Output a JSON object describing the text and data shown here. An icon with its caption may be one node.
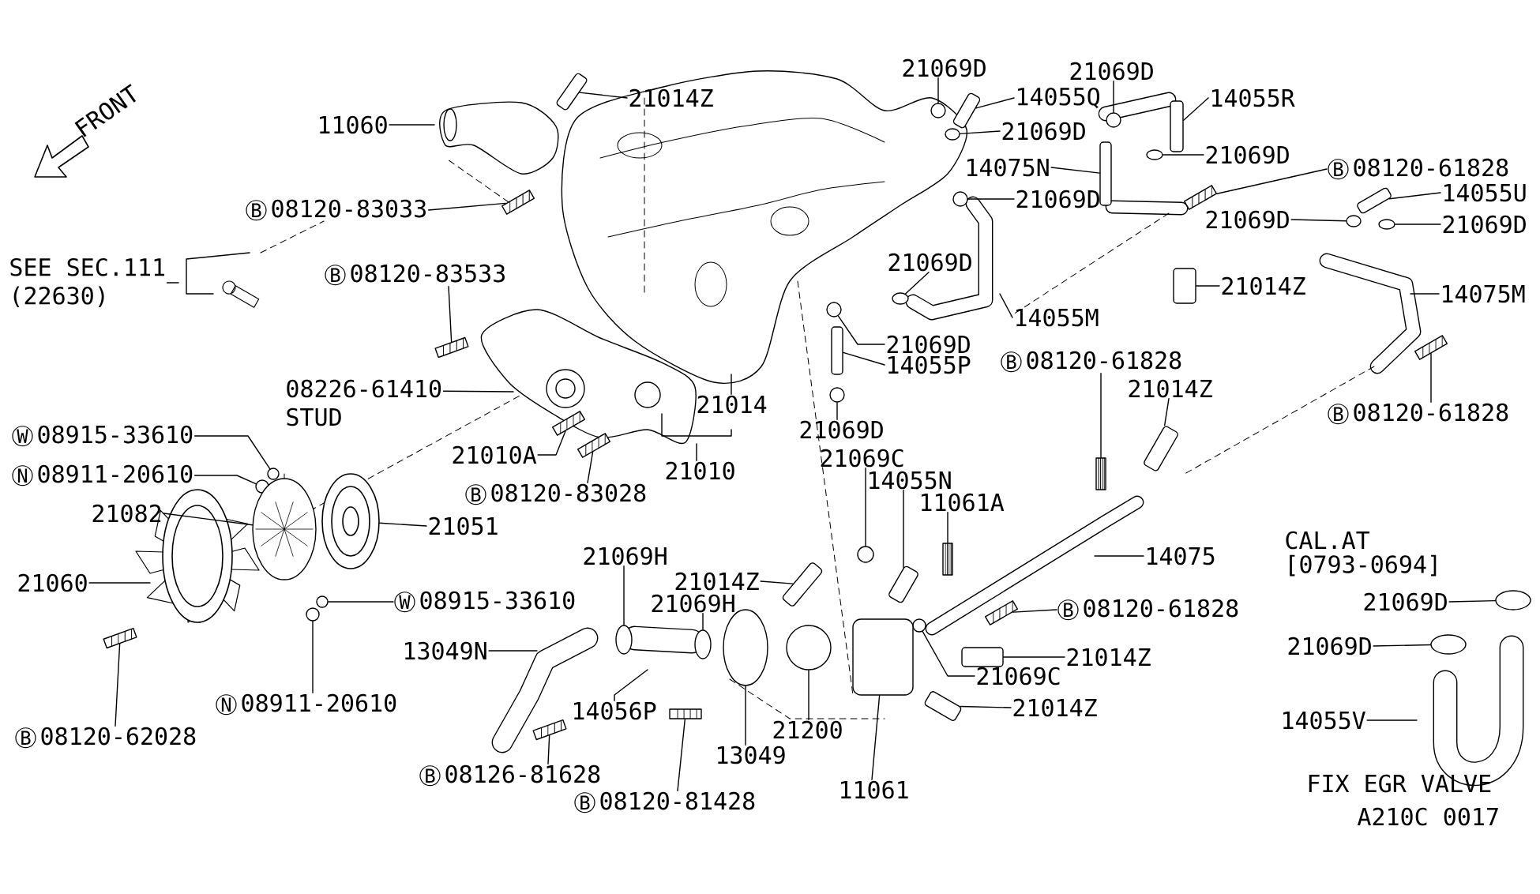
{
  "diagram": {
    "nodes": [
      {
        "text": [
          "11060"
        ]
      },
      {
        "text": [
          "21014Z"
        ]
      },
      {
        "text": [
          "B",
          "08120-83033"
        ]
      },
      {
        "text": [
          "SEE SEC.111",
          "(22630)"
        ]
      },
      {
        "text": [
          "B",
          "08120-83533"
        ]
      },
      {
        "text": [
          "08226-61410",
          "STUD"
        ]
      },
      {
        "text": [
          "W",
          "08915-33610"
        ]
      },
      {
        "text": [
          "N",
          "08911-20610"
        ]
      },
      {
        "text": [
          "21082"
        ]
      },
      {
        "text": [
          "21060"
        ]
      },
      {
        "text": [
          "B",
          "08120-62028"
        ]
      },
      {
        "text": [
          "N",
          "08911-20610"
        ]
      },
      {
        "text": [
          "21051"
        ]
      },
      {
        "text": [
          "W",
          "08915-33610"
        ]
      },
      {
        "text": [
          "21010A"
        ]
      },
      {
        "text": [
          "B",
          "08120-83028"
        ]
      },
      {
        "text": [
          "21014"
        ]
      },
      {
        "text": [
          "21010"
        ]
      },
      {
        "text": [
          "21069D"
        ]
      },
      {
        "text": [
          "14055Q"
        ]
      },
      {
        "text": [
          "21069D"
        ]
      },
      {
        "text": [
          "21069D"
        ]
      },
      {
        "text": [
          "14055R"
        ]
      },
      {
        "text": [
          "14075N"
        ]
      },
      {
        "text": [
          "21069D"
        ]
      },
      {
        "text": [
          "B",
          "08120-61828"
        ]
      },
      {
        "text": [
          "21069D"
        ]
      },
      {
        "text": [
          "14055U"
        ]
      },
      {
        "text": [
          "21069D"
        ]
      },
      {
        "text": [
          "21069D"
        ]
      },
      {
        "text": [
          "21069D"
        ]
      },
      {
        "text": [
          "21014Z"
        ]
      },
      {
        "text": [
          "14075M"
        ]
      },
      {
        "text": [
          "14055M"
        ]
      },
      {
        "text": [
          "21069D"
        ]
      },
      {
        "text": [
          "14055P"
        ]
      },
      {
        "text": [
          "21069D"
        ]
      },
      {
        "text": [
          "B",
          "08120-61828"
        ]
      },
      {
        "text": [
          "21014Z"
        ]
      },
      {
        "text": [
          "B",
          "08120-61828"
        ]
      },
      {
        "text": [
          "21069C"
        ]
      },
      {
        "text": [
          "14055N"
        ]
      },
      {
        "text": [
          "11061A"
        ]
      },
      {
        "text": [
          "14075"
        ]
      },
      {
        "text": [
          "B",
          "08120-61828"
        ]
      },
      {
        "text": [
          "21014Z"
        ]
      },
      {
        "text": [
          "21069C"
        ]
      },
      {
        "text": [
          "21014Z"
        ]
      },
      {
        "text": [
          "11061"
        ]
      },
      {
        "text": [
          "21200"
        ]
      },
      {
        "text": [
          "13049"
        ]
      },
      {
        "text": [
          "21014Z"
        ]
      },
      {
        "text": [
          "21069H"
        ]
      },
      {
        "text": [
          "21069H"
        ]
      },
      {
        "text": [
          "13049N"
        ]
      },
      {
        "text": [
          "14056P"
        ]
      },
      {
        "text": [
          "B",
          "08126-81628"
        ]
      },
      {
        "text": [
          "B",
          "08120-81428"
        ]
      },
      {
        "text": [
          "21069D"
        ]
      },
      {
        "text": [
          "21069D"
        ]
      },
      {
        "text": [
          "14055V"
        ]
      },
      {
        "text": [],
        "shape": "cylinder"
      },
      {
        "text": [],
        "shape": "picture"
      },
      {
        "text": [],
        "shape": "picture"
      },
      {
        "text": [],
        "shape": "circle"
      },
      {
        "text": [],
        "shape": "circle"
      },
      {
        "text": [],
        "shape": "picture"
      },
      {
        "text": [],
        "shape": "circle"
      },
      {
        "text": [],
        "shape": "circle"
      },
      {
        "text": [],
        "shape": "picture"
      },
      {
        "text": [],
        "shape": "picture"
      },
      {
        "text": [],
        "shape": "circle"
      },
      {
        "text": [],
        "shape": "cylinder"
      },
      {
        "text": [],
        "shape": "circle"
      },
      {
        "text": [],
        "shape": "circle"
      },
      {
        "text": [],
        "shape": "cylinder"
      },
      {
        "text": [],
        "shape": "cylinder"
      },
      {
        "text": [],
        "shape": "circle"
      },
      {
        "text": [],
        "shape": "picture"
      },
      {
        "text": [],
        "shape": "circle"
      },
      {
        "text": [],
        "shape": "cylinder"
      },
      {
        "text": [],
        "shape": "circle"
      },
      {
        "text": [],
        "shape": "circle"
      },
      {
        "text": [],
        "shape": "circle"
      },
      {
        "text": [],
        "shape": "cylinder"
      },
      {
        "text": [],
        "shape": "circle"
      },
      {
        "text": [],
        "shape": "cylinder"
      },
      {
        "text": [],
        "shape": "circle"
      },
      {
        "text": [],
        "shape": "picture"
      },
      {
        "text": [],
        "shape": "cylinder"
      },
      {
        "text": [],
        "shape": "picture"
      },
      {
        "text": [],
        "shape": "circle"
      },
      {
        "text": [],
        "shape": "cylinder"
      },
      {
        "text": [],
        "shape": "picture"
      },
      {
        "text": [],
        "shape": "picture"
      },
      {
        "text": [],
        "shape": "cylinder"
      },
      {
        "text": [],
        "shape": "circle"
      },
      {
        "text": [],
        "shape": "cylinder"
      },
      {
        "text": [],
        "shape": "box"
      },
      {
        "text": [],
        "shape": "circle"
      },
      {
        "text": [],
        "shape": "circle"
      },
      {
        "text": [],
        "shape": "cylinder"
      },
      {
        "text": [],
        "shape": "circle"
      },
      {
        "text": [],
        "shape": "circle"
      },
      {
        "text": [],
        "shape": "picture"
      },
      {
        "text": [],
        "shape": "picture"
      },
      {
        "text": [],
        "shape": "circle"
      },
      {
        "text": [],
        "shape": "circle"
      },
      {
        "text": [],
        "shape": "picture"
      },
      {
        "text": [],
        "shape": "picture"
      }
    ],
    "edges": [
      {
        "from": 0,
        "to": null,
        "arrow": "none"
      },
      {
        "from": 1,
        "to": 61,
        "arrow": "none"
      },
      {
        "from": 2,
        "to": 62,
        "arrow": "none"
      },
      {
        "from": 3,
        "to": null,
        "arrow": "none"
      },
      {
        "from": 4,
        "to": 63,
        "arrow": "none"
      },
      {
        "from": 5,
        "to": null,
        "arrow": "none"
      },
      {
        "from": 6,
        "to": 64,
        "arrow": "none"
      },
      {
        "from": 7,
        "to": 65,
        "arrow": "none"
      },
      {
        "from": 8,
        "to": 108,
        "arrow": "none"
      },
      {
        "from": 9,
        "to": null,
        "arrow": "none"
      },
      {
        "from": 10,
        "to": 66,
        "arrow": "none"
      },
      {
        "from": 11,
        "to": 67,
        "arrow": "none"
      },
      {
        "from": 12,
        "to": 109,
        "arrow": "none"
      },
      {
        "from": 13,
        "to": 68,
        "arrow": "none"
      },
      {
        "from": 14,
        "to": 69,
        "arrow": "none"
      },
      {
        "from": 15,
        "to": 70,
        "arrow": "none"
      },
      {
        "from": 16,
        "to": null,
        "arrow": "none"
      },
      {
        "from": 17,
        "to": null,
        "arrow": "none"
      },
      {
        "from": 18,
        "to": 71,
        "arrow": "none"
      },
      {
        "from": 19,
        "to": 72,
        "arrow": "none"
      },
      {
        "from": 20,
        "to": 73,
        "arrow": "none"
      },
      {
        "from": 21,
        "to": 74,
        "arrow": "none"
      },
      {
        "from": 22,
        "to": 75,
        "arrow": "none"
      },
      {
        "from": 23,
        "to": 76,
        "arrow": "none"
      },
      {
        "from": 24,
        "to": 77,
        "arrow": "none"
      },
      {
        "from": 25,
        "to": 78,
        "arrow": "none"
      },
      {
        "from": 26,
        "to": 79,
        "arrow": "none"
      },
      {
        "from": 27,
        "to": 80,
        "arrow": "none"
      },
      {
        "from": 28,
        "to": 81,
        "arrow": "none"
      },
      {
        "from": 29,
        "to": 82,
        "arrow": "none"
      },
      {
        "from": 30,
        "to": 83,
        "arrow": "none"
      },
      {
        "from": 31,
        "to": 84,
        "arrow": "none"
      },
      {
        "from": 32,
        "to": null,
        "arrow": "none"
      },
      {
        "from": 33,
        "to": null,
        "arrow": "none"
      },
      {
        "from": 34,
        "to": 85,
        "arrow": "none"
      },
      {
        "from": 35,
        "to": 86,
        "arrow": "none"
      },
      {
        "from": 36,
        "to": 87,
        "arrow": "none"
      },
      {
        "from": 37,
        "to": 88,
        "arrow": "none"
      },
      {
        "from": 38,
        "to": 89,
        "arrow": "none"
      },
      {
        "from": 39,
        "to": 90,
        "arrow": "none"
      },
      {
        "from": 40,
        "to": 91,
        "arrow": "none"
      },
      {
        "from": 41,
        "to": 92,
        "arrow": "none"
      },
      {
        "from": 42,
        "to": 93,
        "arrow": "none"
      },
      {
        "from": 43,
        "to": null,
        "arrow": "none"
      },
      {
        "from": 44,
        "to": 94,
        "arrow": "none"
      },
      {
        "from": 45,
        "to": 95,
        "arrow": "none"
      },
      {
        "from": 46,
        "to": 96,
        "arrow": "none"
      },
      {
        "from": 47,
        "to": 97,
        "arrow": "none"
      },
      {
        "from": 48,
        "to": 98,
        "arrow": "none"
      },
      {
        "from": 49,
        "to": 99,
        "arrow": "none"
      },
      {
        "from": 50,
        "to": 100,
        "arrow": "none"
      },
      {
        "from": 51,
        "to": 101,
        "arrow": "none"
      },
      {
        "from": 52,
        "to": 102,
        "arrow": "none"
      },
      {
        "from": 53,
        "to": 103,
        "arrow": "none"
      },
      {
        "from": 54,
        "to": null,
        "arrow": "none"
      },
      {
        "from": 55,
        "to": null,
        "arrow": "none"
      },
      {
        "from": 56,
        "to": 104,
        "arrow": "none"
      },
      {
        "from": 57,
        "to": 105,
        "arrow": "none"
      },
      {
        "from": 58,
        "to": 106,
        "arrow": "none"
      },
      {
        "from": 59,
        "to": 107,
        "arrow": "none"
      },
      {
        "from": 60,
        "to": null,
        "arrow": "none"
      }
    ],
    "labels": [
      "FRONT",
      "CAL.AT",
      "[0793-0694]",
      "FIX EGR VALVE",
      "A210C 0017"
    ]
  }
}
